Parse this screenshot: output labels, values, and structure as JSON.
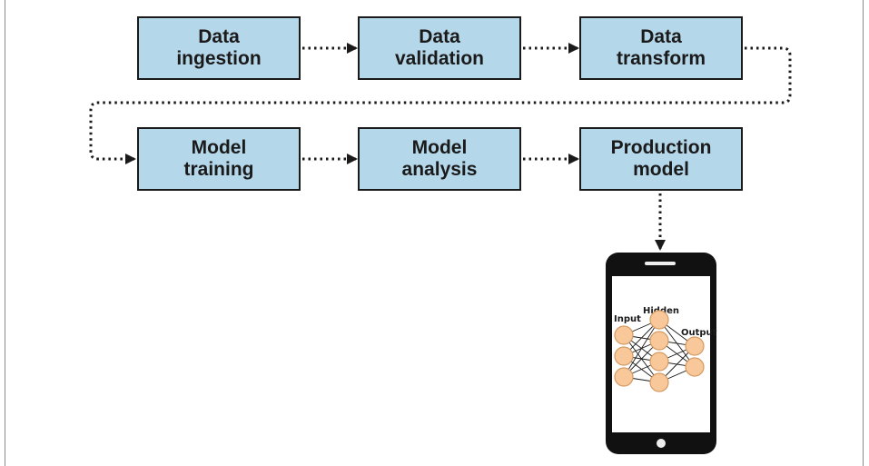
{
  "pipeline": {
    "steps": [
      {
        "line1": "Data",
        "line2": "ingestion"
      },
      {
        "line1": "Data",
        "line2": "validation"
      },
      {
        "line1": "Data",
        "line2": "transform"
      },
      {
        "line1": "Model",
        "line2": "training"
      },
      {
        "line1": "Model",
        "line2": "analysis"
      },
      {
        "line1": "Production",
        "line2": "model"
      }
    ]
  },
  "network": {
    "input_label": "Input",
    "hidden_label": "Hidden",
    "output_label": "Output",
    "layer_sizes": [
      3,
      4,
      2
    ]
  },
  "colors": {
    "box_fill": "#b5d7ea",
    "box_border": "#1a1a1a",
    "neuron_fill": "#f8c89a",
    "neuron_stroke": "#d49a62",
    "phone_body": "#111111",
    "connector": "#1a1a1a"
  }
}
